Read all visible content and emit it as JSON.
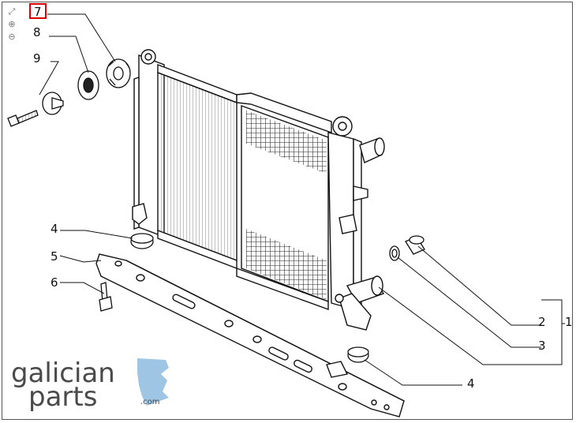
{
  "toolbar": {
    "icons": [
      "fit-screen-icon",
      "zoom-in-icon",
      "zoom-out-icon"
    ],
    "glyphs": [
      "⤢",
      "⊕",
      "⊖"
    ]
  },
  "callouts": {
    "n7": "7",
    "n8": "8",
    "n9": "9",
    "n4a": "4",
    "n5": "5",
    "n6": "6",
    "n2": "2",
    "n3": "3",
    "n4b": "4",
    "n1": "1"
  },
  "logo": {
    "line1": "galician",
    "line2": "parts",
    "suffix": ".com"
  },
  "colors": {
    "highlight": "#d00000",
    "ink": "#111111",
    "logo_text": "#4a4a4a",
    "logo_map": "#9ec6e4"
  }
}
